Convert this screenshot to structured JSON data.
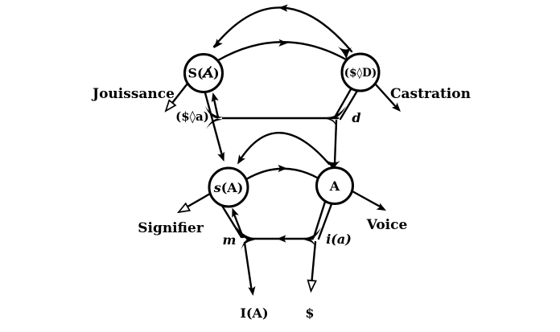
{
  "graph": {
    "background": "#ffffff",
    "ink": "#000000",
    "nodes": {
      "s_of_barred_A": {
        "pre": "S(",
        "a": "A",
        "post": ")",
        "barred_a": true
      },
      "drive_formula": {
        "label": "($◊D)"
      },
      "s_of_A": {
        "s": "s",
        "rest": "(A)"
      },
      "big_other": {
        "label": "A"
      }
    },
    "labels": {
      "jouissance": "Jouissance",
      "castration": "Castration",
      "signifier": "Signifier",
      "voice": "Voice",
      "fantasy": "($◊a)",
      "desire": "d",
      "ego": "m",
      "ideal_ego": "i(a)",
      "ego_ideal": "I(A)",
      "barred_subject": "$"
    }
  }
}
